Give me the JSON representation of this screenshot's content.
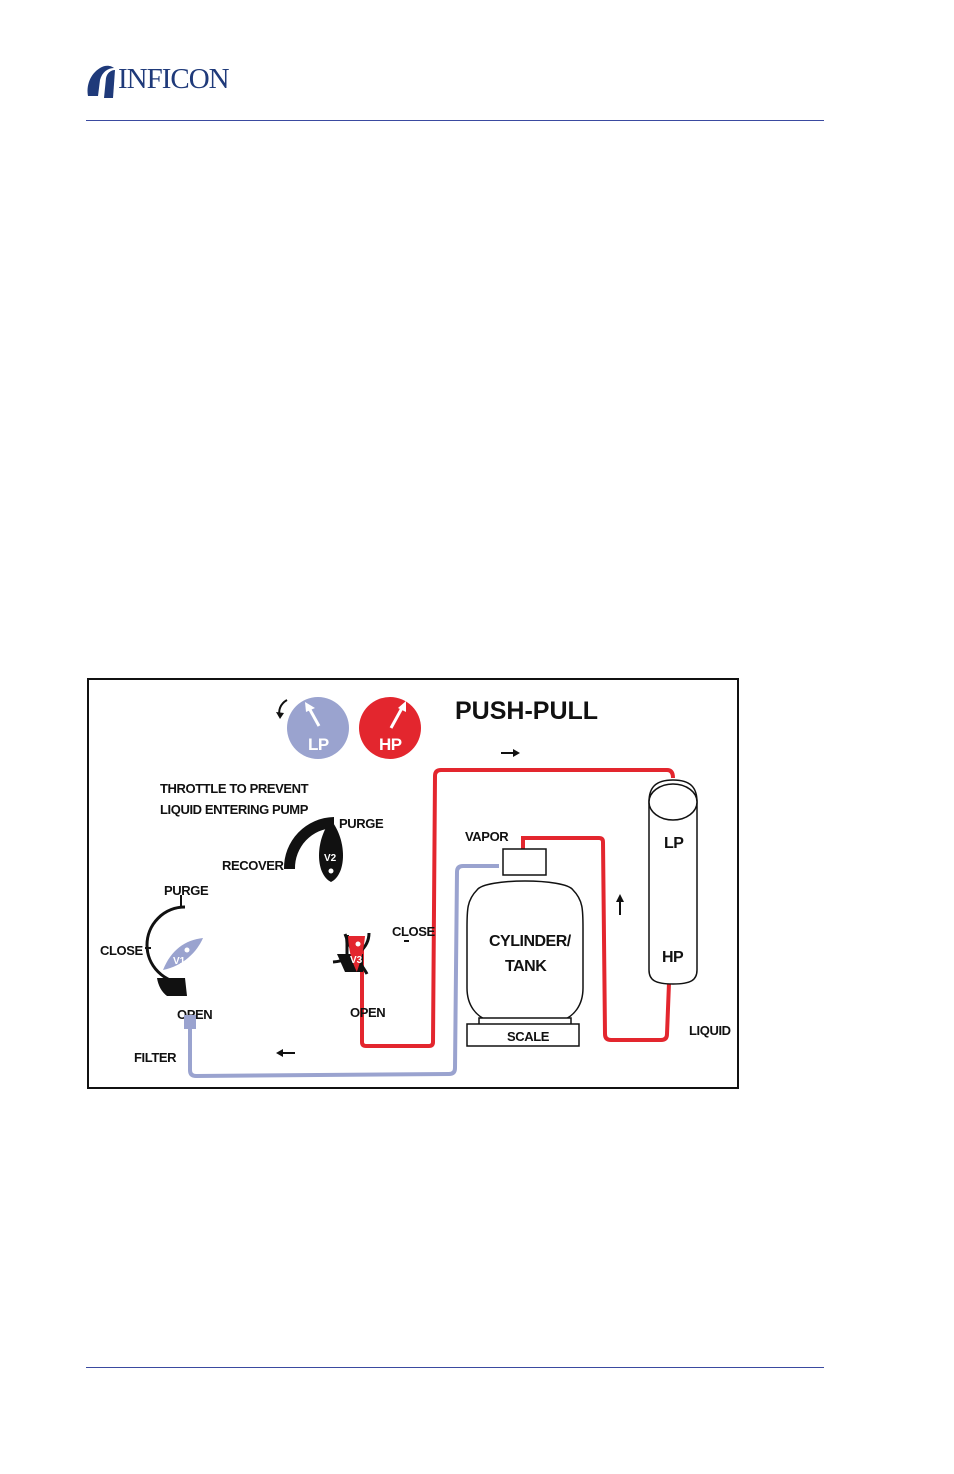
{
  "header": {
    "logo_text": "INFICON"
  },
  "diagram": {
    "title": "PUSH-PULL",
    "gauges": {
      "lp": "LP",
      "hp": "HP"
    },
    "note_line1": "THROTTLE TO PREVENT",
    "note_line2": "LIQUID ENTERING PUMP",
    "v1": {
      "label": "V1",
      "purge": "PURGE",
      "close": "CLOSE",
      "open": "OPEN"
    },
    "v2": {
      "label": "V2",
      "purge": "PURGE",
      "recover": "RECOVER"
    },
    "v3": {
      "label": "V3",
      "close": "CLOSE",
      "open": "OPEN"
    },
    "filter": "FILTER",
    "vapor": "VAPOR",
    "cylinder_line1": "CYLINDER/",
    "cylinder_line2": "TANK",
    "scale": "SCALE",
    "tank_lp": "LP",
    "tank_hp": "HP",
    "liquid": "LIQUID",
    "colors": {
      "red": "#e3262e",
      "blue": "#9aa3cf",
      "dark_blue": "#1f3a7a",
      "black": "#111111"
    }
  }
}
